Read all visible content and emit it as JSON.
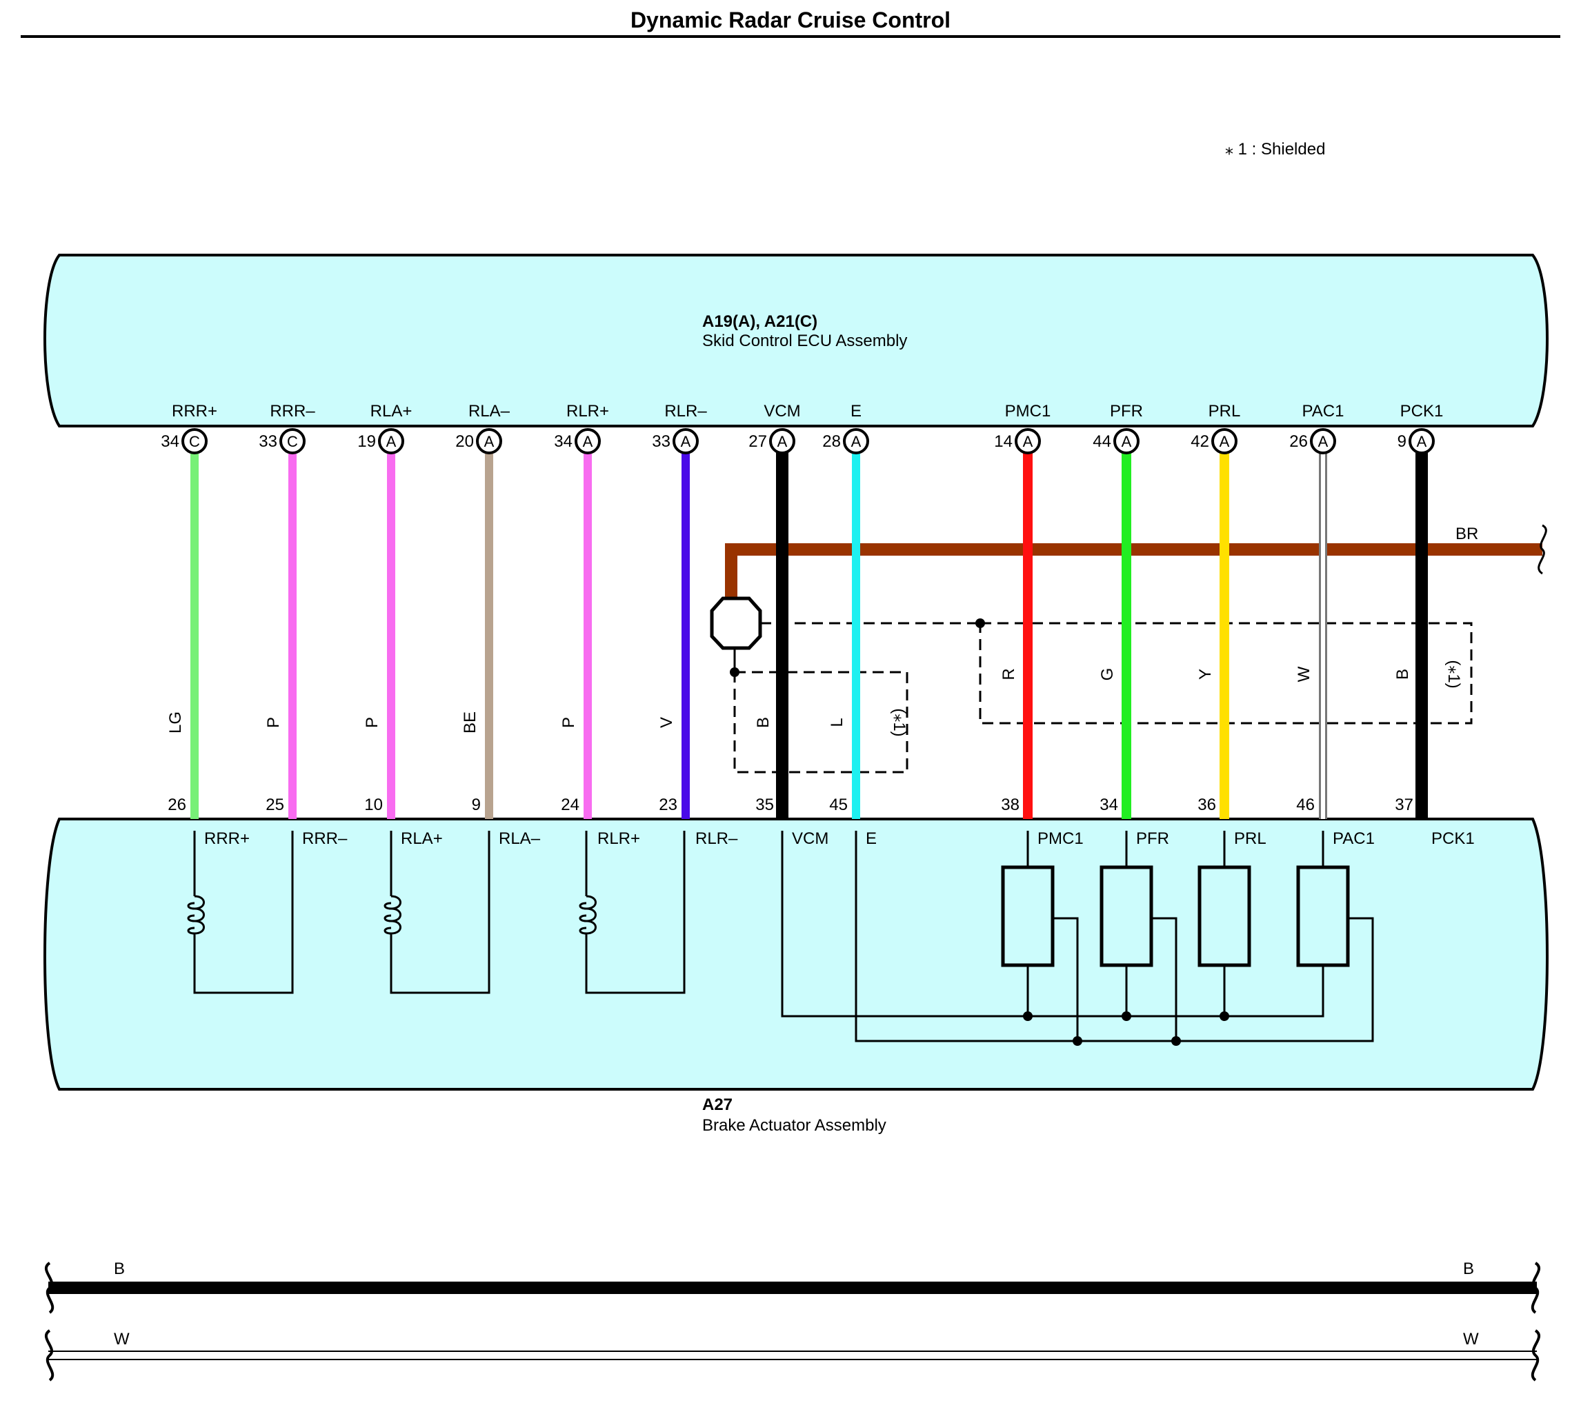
{
  "title": "Dynamic Radar Cruise Control",
  "note": "⁎ 1 : Shielded",
  "colors": {
    "component_fill": "#ccfcfc",
    "br_wire": "#993300"
  },
  "ecu": {
    "connector_line": "A19(A), A21(C)",
    "name": "Skid Control ECU Assembly"
  },
  "actuator": {
    "connector_line": "A27",
    "name": "Brake Actuator Assembly"
  },
  "wires": [
    {
      "id": "rrr-plus",
      "ecu_term": "RRR+",
      "ecu_pin": "34",
      "conn": "C",
      "color_code": "LG",
      "color": "#77f077",
      "act_pin": "26",
      "act_term": "RRR+"
    },
    {
      "id": "rrr-minus",
      "ecu_term": "RRR–",
      "ecu_pin": "33",
      "conn": "C",
      "color_code": "P",
      "color": "#f86cf0",
      "act_pin": "25",
      "act_term": "RRR–"
    },
    {
      "id": "rla-plus",
      "ecu_term": "RLA+",
      "ecu_pin": "19",
      "conn": "A",
      "color_code": "P",
      "color": "#f86cf0",
      "act_pin": "10",
      "act_term": "RLA+"
    },
    {
      "id": "rla-minus",
      "ecu_term": "RLA–",
      "ecu_pin": "20",
      "conn": "A",
      "color_code": "BE",
      "color": "#b8a38f",
      "act_pin": "9",
      "act_term": "RLA–"
    },
    {
      "id": "rlr-plus",
      "ecu_term": "RLR+",
      "ecu_pin": "34",
      "conn": "A",
      "color_code": "P",
      "color": "#f86cf0",
      "act_pin": "24",
      "act_term": "RLR+"
    },
    {
      "id": "rlr-minus",
      "ecu_term": "RLR–",
      "ecu_pin": "33",
      "conn": "A",
      "color_code": "V",
      "color": "#4a0ae8",
      "act_pin": "23",
      "act_term": "RLR–"
    },
    {
      "id": "vcm",
      "ecu_term": "VCM",
      "ecu_pin": "27",
      "conn": "A",
      "color_code": "B",
      "color": "#000000",
      "act_pin": "35",
      "act_term": "VCM"
    },
    {
      "id": "e",
      "ecu_term": "E",
      "ecu_pin": "28",
      "conn": "A",
      "color_code": "L",
      "color": "#1ef0f0",
      "act_pin": "45",
      "act_term": "E"
    },
    {
      "id": "pmc1",
      "ecu_term": "PMC1",
      "ecu_pin": "14",
      "conn": "A",
      "color_code": "R",
      "color": "#ff1010",
      "act_pin": "38",
      "act_term": "PMC1"
    },
    {
      "id": "pfr",
      "ecu_term": "PFR",
      "ecu_pin": "44",
      "conn": "A",
      "color_code": "G",
      "color": "#22ee22",
      "act_pin": "34",
      "act_term": "PFR"
    },
    {
      "id": "prl",
      "ecu_term": "PRL",
      "ecu_pin": "42",
      "conn": "A",
      "color_code": "Y",
      "color": "#ffe000",
      "act_pin": "36",
      "act_term": "PRL"
    },
    {
      "id": "pac1",
      "ecu_term": "PAC1",
      "ecu_pin": "26",
      "conn": "A",
      "color_code": "W",
      "color": "#ffffff",
      "act_pin": "46",
      "act_term": "PAC1"
    },
    {
      "id": "pck1",
      "ecu_term": "PCK1",
      "ecu_pin": "9",
      "conn": "A",
      "color_code": "B",
      "color": "#000000",
      "act_pin": "37",
      "act_term": "PCK1"
    }
  ],
  "br_label": "BR",
  "shield_labels": [
    "(⁎1)",
    "(⁎1)"
  ],
  "ground_lines": [
    {
      "code_left": "B",
      "code_right": "B",
      "color": "#000000"
    },
    {
      "code_left": "W",
      "code_right": "W",
      "color": "#ffffff"
    }
  ]
}
